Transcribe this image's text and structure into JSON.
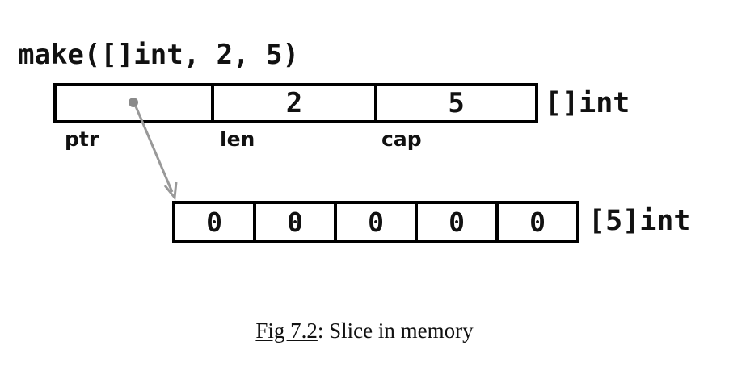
{
  "diagram": {
    "title": "make([]int, 2, 5)",
    "slice_header": {
      "cells": [
        {
          "value": "",
          "label": "ptr"
        },
        {
          "value": "2",
          "label": "len"
        },
        {
          "value": "5",
          "label": "cap"
        }
      ],
      "type_label": "[]int"
    },
    "array": {
      "values": [
        "0",
        "0",
        "0",
        "0",
        "0"
      ],
      "type_label": "[5]int"
    },
    "caption": {
      "fig_ref": "Fig 7.2",
      "text": ": Slice in memory"
    }
  },
  "colors": {
    "border": "#000000",
    "arrow": "#999999",
    "dot": "#8a8a8a",
    "background": "#ffffff"
  }
}
